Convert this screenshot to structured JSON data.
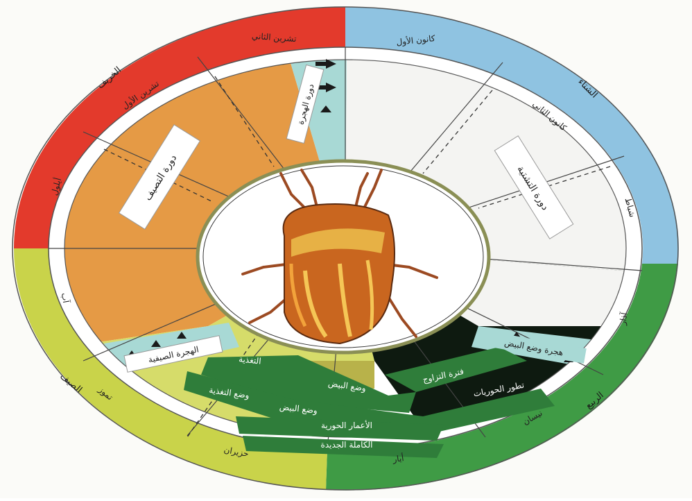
{
  "colors": {
    "autumn": "#e33a2c",
    "winter": "#8fc3e1",
    "spring": "#3f9b45",
    "summer": "#c9d34a",
    "orange_fill": "#e59a45",
    "light_fill": "#f1f1f1",
    "teal_fill": "#a8d9d5",
    "dark_green": "#2f7d3a",
    "black_band": "#0e1a10"
  },
  "seasons": {
    "autumn": "الخريف",
    "winter": "الشتاء",
    "spring": "الربيع",
    "summer": "الصيف"
  },
  "months": {
    "tishreen1": "تشرين الأول",
    "tishreen2": "تشرين الثاني",
    "kanoon1": "كانون الأول",
    "kanoon2": "كانون الثاني",
    "shbat": "شباط",
    "adhar": "آذار",
    "nisan": "نيسان",
    "ayar": "أيار",
    "huzairan": "حزيران",
    "tammuz": "تموز",
    "ab": "آب",
    "aylool": "أيلول"
  },
  "stages": {
    "estivation": "دورة التصيف",
    "hibernation": "دورة التشتية",
    "migration": "دورة الهجرة",
    "spring_migration": "الهجرة الصيفية",
    "mating_egg": "هجرة وضع البيض",
    "mating": "فترة التزاوج",
    "egg_laying1": "وضع البيض",
    "egg_laying2": "وضع البيض",
    "nymph_stages": "الأعمار الحورية",
    "adults": "الكاملة الجديدة",
    "nutrition": "التغذية",
    "larva_develop": "تطور الحوريات",
    "feeding": "وضع التغذية"
  },
  "icons": {
    "insect": "sunn-pest-insect-icon",
    "arrow": "migration-arrow-icon"
  }
}
